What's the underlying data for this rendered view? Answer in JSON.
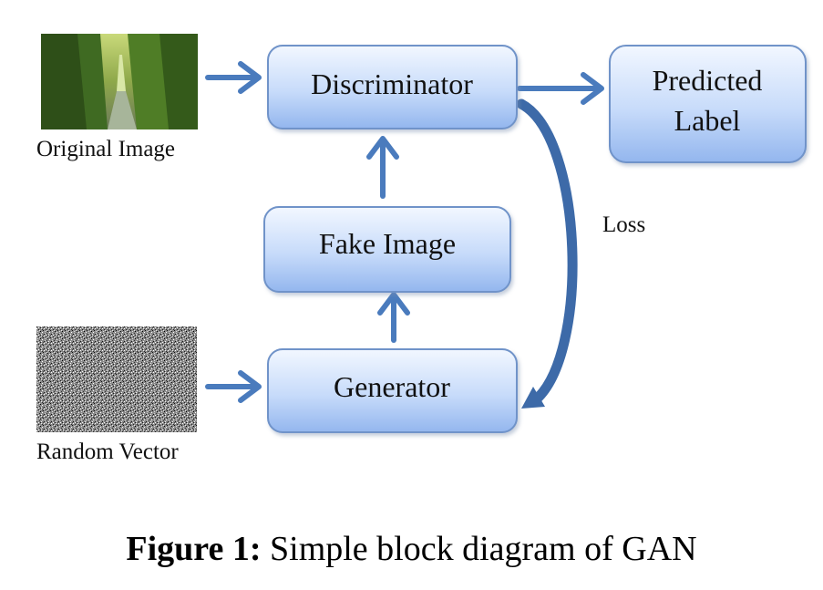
{
  "nodes": {
    "discriminator": "Discriminator",
    "predicted_label_line1": "Predicted",
    "predicted_label_line2": "Label",
    "fake_image": "Fake Image",
    "generator": "Generator"
  },
  "inputs": {
    "original_image": "Original Image",
    "random_vector": "Random Vector"
  },
  "edge_labels": {
    "loss": "Loss"
  },
  "caption": {
    "prefix": "Figure 1:",
    "text": "Simple block diagram of GAN"
  },
  "colors": {
    "box_fill_top": "#eef4ff",
    "box_fill_bottom": "#9cbdf0",
    "box_stroke": "#6f93c9",
    "arrow": "#4a7bbd",
    "loss_arrow": "#3d6aa8"
  }
}
